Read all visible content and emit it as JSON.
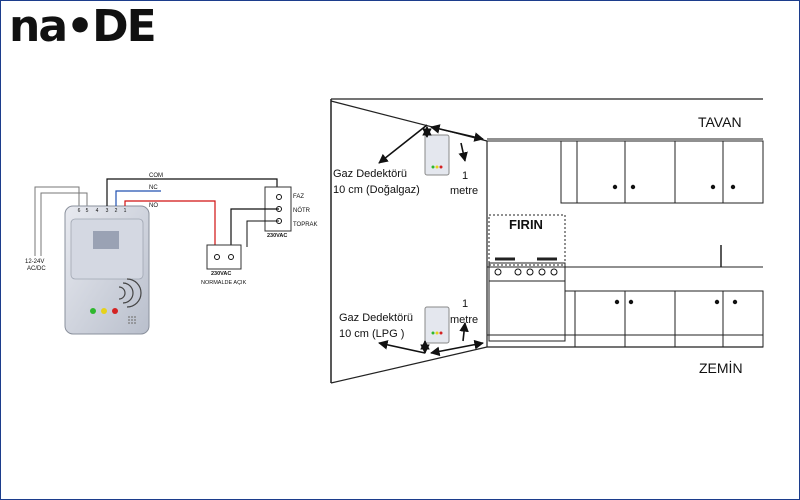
{
  "logo": {
    "text": "na•DE"
  },
  "wiring": {
    "com": "COM",
    "nc": "NC",
    "no": "NO",
    "faz": "FAZ",
    "notr": "NÖTR",
    "toprak": "TOPRAK",
    "supply_top": "230VAC",
    "supply_bottom": "230VAC",
    "normally_open": "NORMALDE AÇIK",
    "dc_line1": "12-24V",
    "dc_line2": "AC/DC",
    "terminals": [
      "6",
      "5",
      "4",
      "3",
      "2",
      "1"
    ],
    "colors": {
      "red": "#d01010",
      "blue": "#2050b0",
      "black": "#111111"
    }
  },
  "kitchen": {
    "ceiling": "TAVAN",
    "floor": "ZEMİN",
    "oven": "FIRIN",
    "top_detector_l1": "Gaz Dedektörü",
    "top_detector_l2": "10 cm (Doğalgaz)",
    "top_meter_l1": "1",
    "top_meter_l2": "metre",
    "bottom_detector_l1": "Gaz Dedektörü",
    "bottom_detector_l2": "10 cm (LPG )",
    "bottom_meter_l1": "1",
    "bottom_meter_l2": "metre"
  }
}
